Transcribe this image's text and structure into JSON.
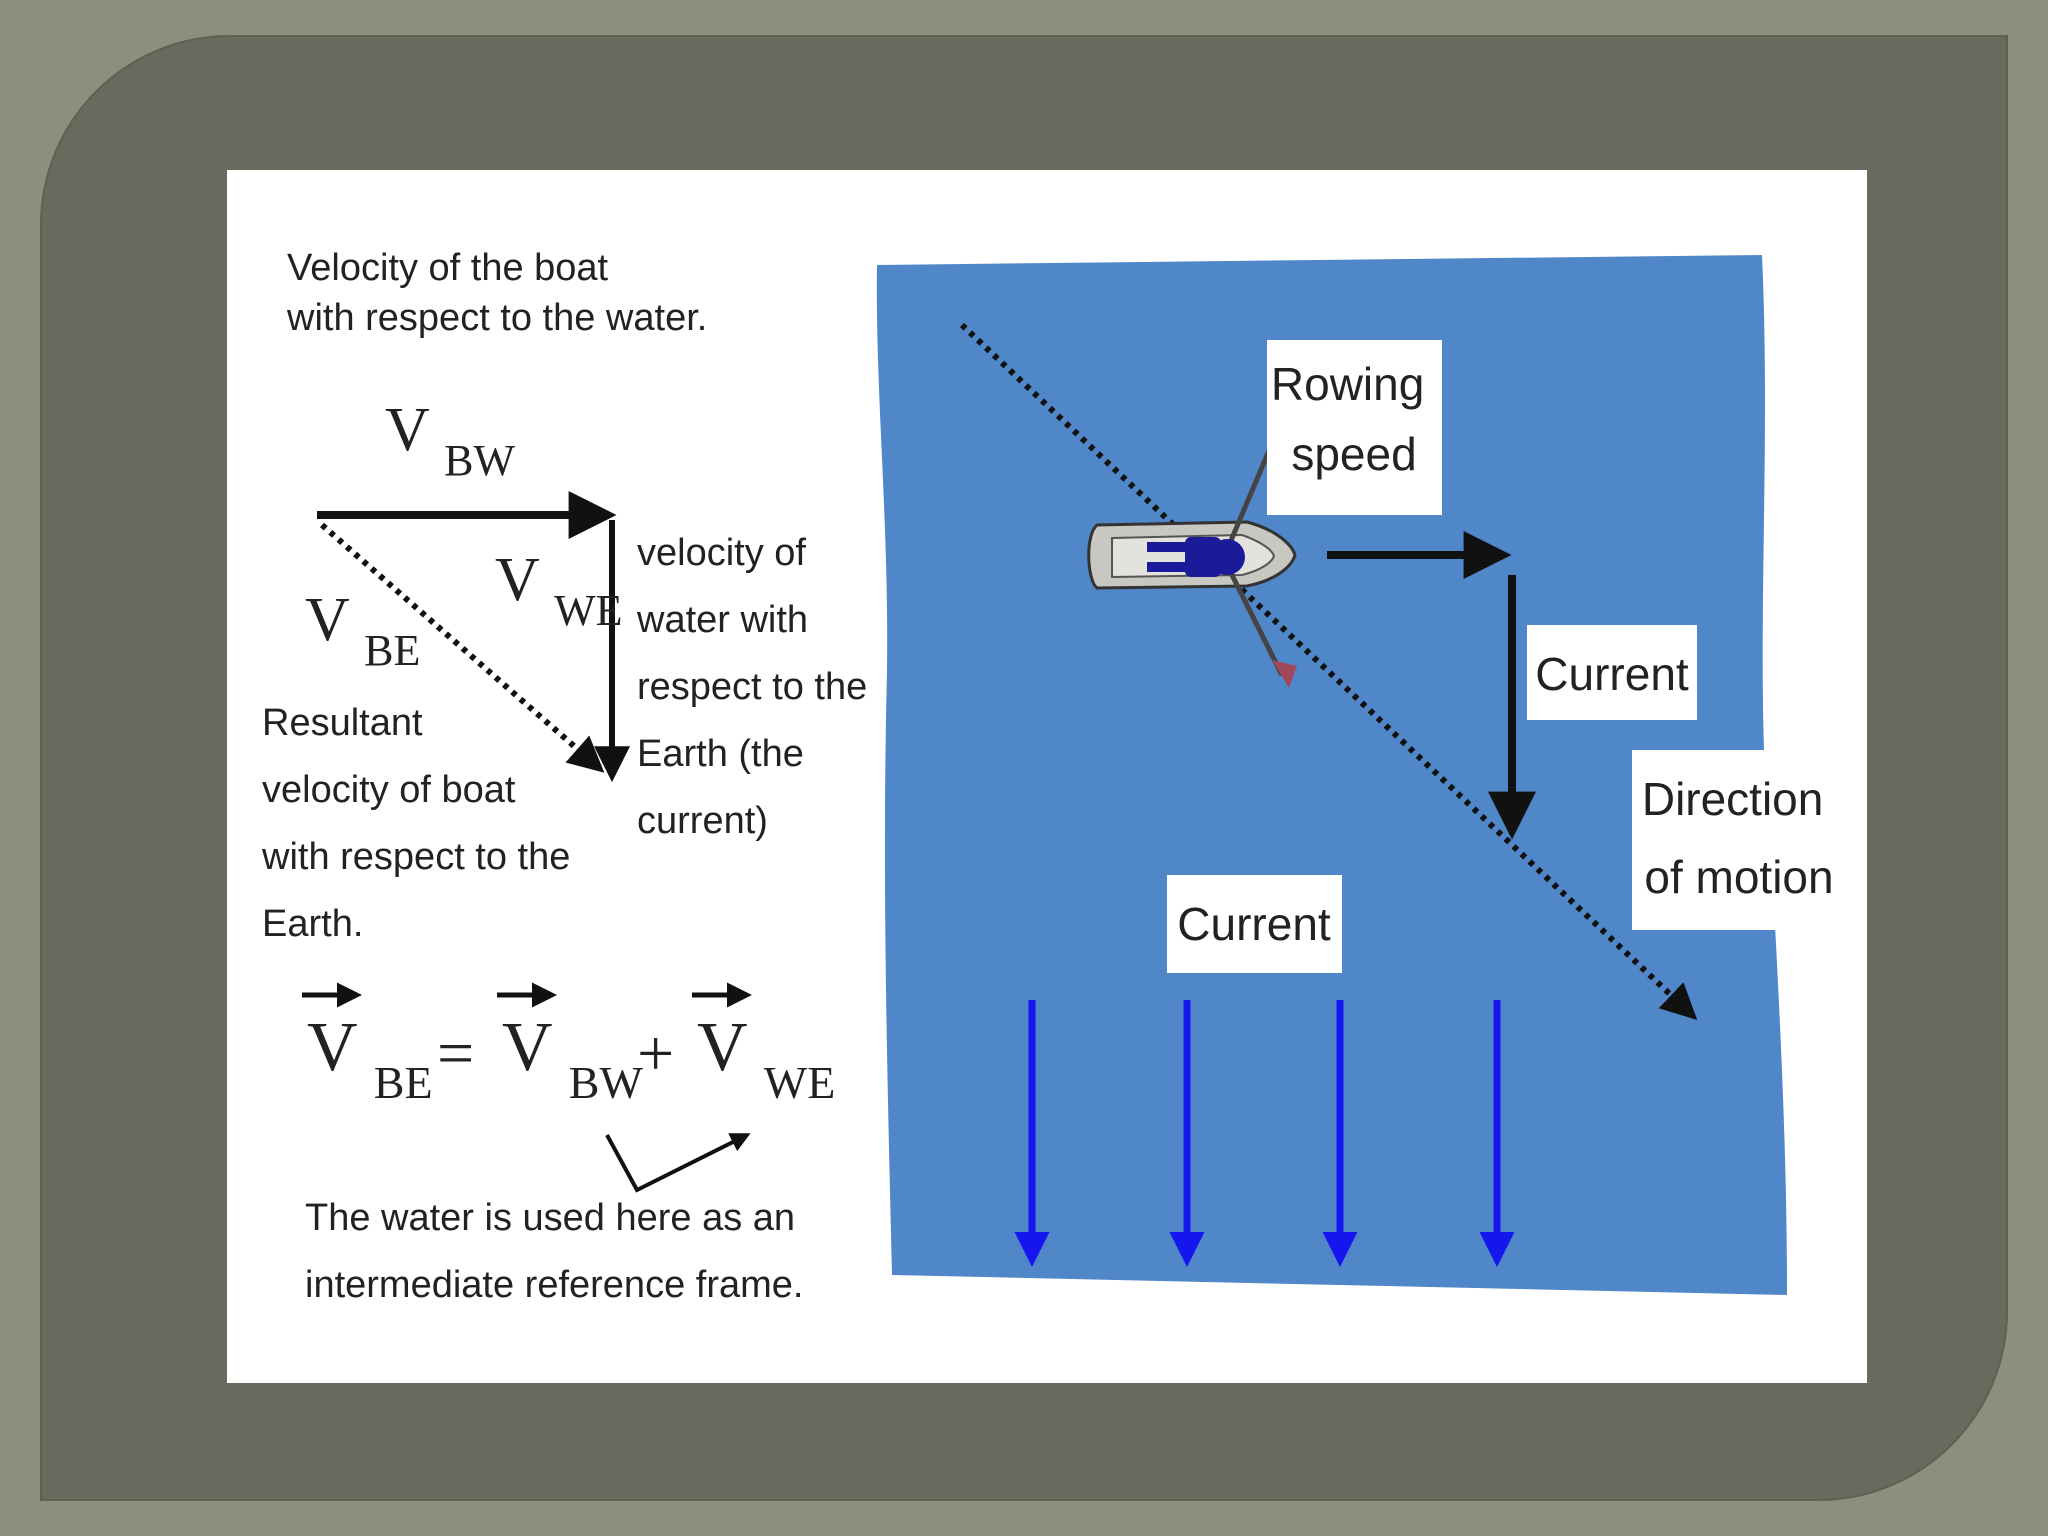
{
  "colors": {
    "outer_background": "#8b8f7c",
    "slide_frame": "#676b5d",
    "water": "#4f87c8",
    "current_arrows": "#1515ee",
    "dark_arrows": "#111111",
    "oar_tip": "#a0485a"
  },
  "left_panel": {
    "boat_water_caption": [
      "Velocity of the boat",
      "with respect to the water."
    ],
    "v_bw": {
      "main": "V",
      "sub": "BW"
    },
    "v_we": {
      "main": "V",
      "sub": "WE"
    },
    "v_be": {
      "main": "V",
      "sub": "BE"
    },
    "water_earth_caption": [
      "velocity of",
      "water with",
      "respect to the",
      "Earth (the",
      "current)"
    ],
    "resultant_caption": [
      "Resultant",
      "velocity of boat",
      "with respect to the",
      "Earth."
    ],
    "equation": {
      "lhs_sub": "BE",
      "equals": "=",
      "term1_sub": "BW",
      "plus": "+",
      "term2_sub": "WE",
      "v": "V"
    },
    "footnote": [
      "The water is used here as an",
      "intermediate reference frame."
    ]
  },
  "right_panel": {
    "rowing_label": [
      "Rowing",
      "speed"
    ],
    "current_label_upper": "Current",
    "direction_label": [
      "Direction",
      "of motion"
    ],
    "current_label_lower": "Current"
  },
  "icons": [
    "rowboat-icon",
    "rower-icon",
    "oar-icon"
  ]
}
